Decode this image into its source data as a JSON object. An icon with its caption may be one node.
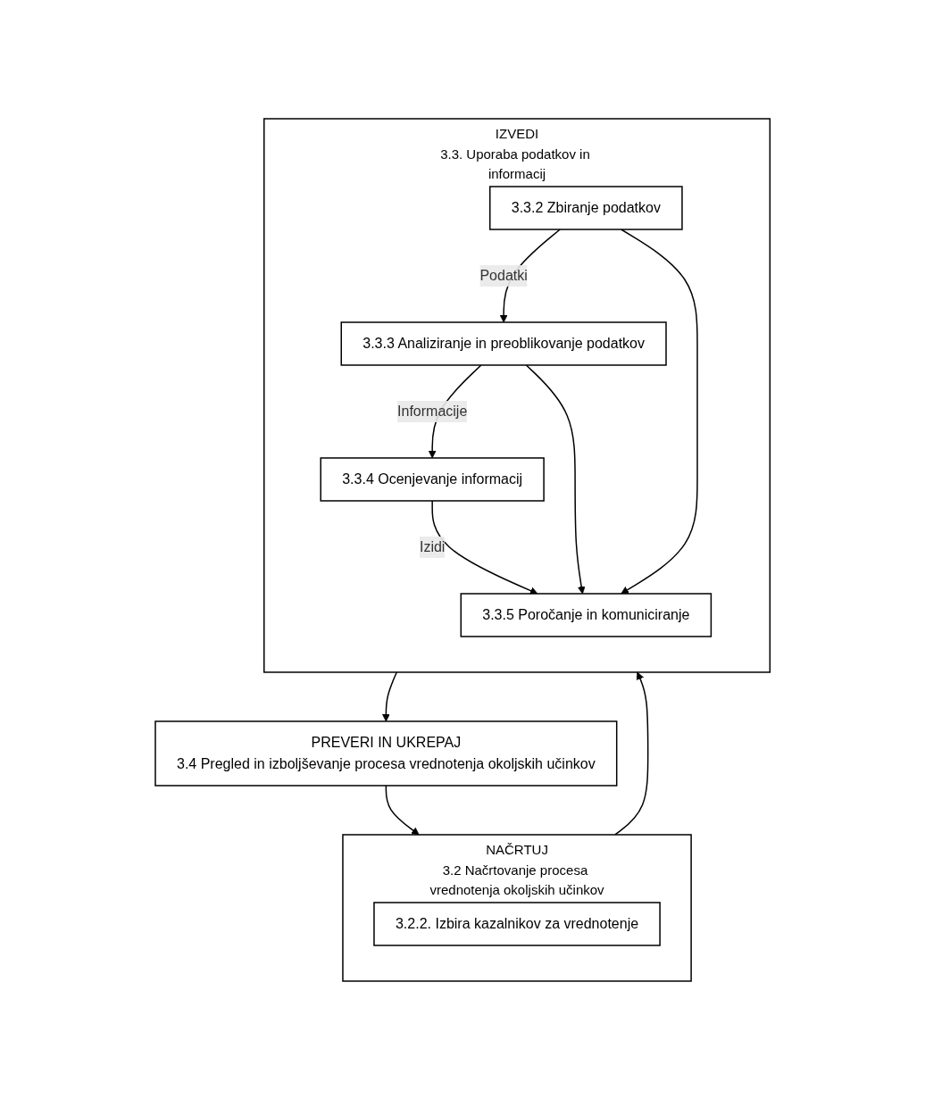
{
  "diagram": {
    "nodes": [
      {
        "text": [
          "NAČRTUJ",
          "3.2 Načrtovanje procesa vrednotenja okoljskih učinkov"
        ]
      },
      {
        "text": [
          "3.2.2. Izbira kazalnikov za vrednotenje"
        ],
        "in": 0
      },
      {
        "text": [
          "IZVEDI",
          "3.3. Uporaba podatkov in informacij"
        ]
      },
      {
        "text": [
          "3.3.2 Zbiranje podatkov"
        ],
        "in": 2
      },
      {
        "text": [
          "3.3.3 Analiziranje in preoblikovanje podatkov"
        ],
        "in": 2
      },
      {
        "text": [
          "3.3.4 Ocenjevanje informacij"
        ],
        "in": 2
      },
      {
        "text": [
          "3.3.5 Poročanje in komuniciranje"
        ],
        "in": 2
      },
      {
        "text": [
          "PREVERI IN UKREPAJ",
          "3.4 Pregled in izboljševanje procesa vrednotenja okoljskih učinkov"
        ]
      }
    ],
    "edges": [
      {
        "from": 0,
        "to": 2,
        "arrow": "to"
      },
      {
        "from": 3,
        "to": 4,
        "label": "Podatki",
        "arrow": "to"
      },
      {
        "from": 4,
        "to": 5,
        "label": "Informacije",
        "arrow": "to"
      },
      {
        "from": 5,
        "to": 6,
        "label": "Izidi",
        "arrow": "to"
      },
      {
        "from": 3,
        "to": 6,
        "arrow": "to"
      },
      {
        "from": 4,
        "to": 6,
        "arrow": "to"
      },
      {
        "from": 2,
        "to": 7,
        "arrow": "to"
      },
      {
        "from": 7,
        "to": 0,
        "arrow": "to"
      }
    ]
  }
}
